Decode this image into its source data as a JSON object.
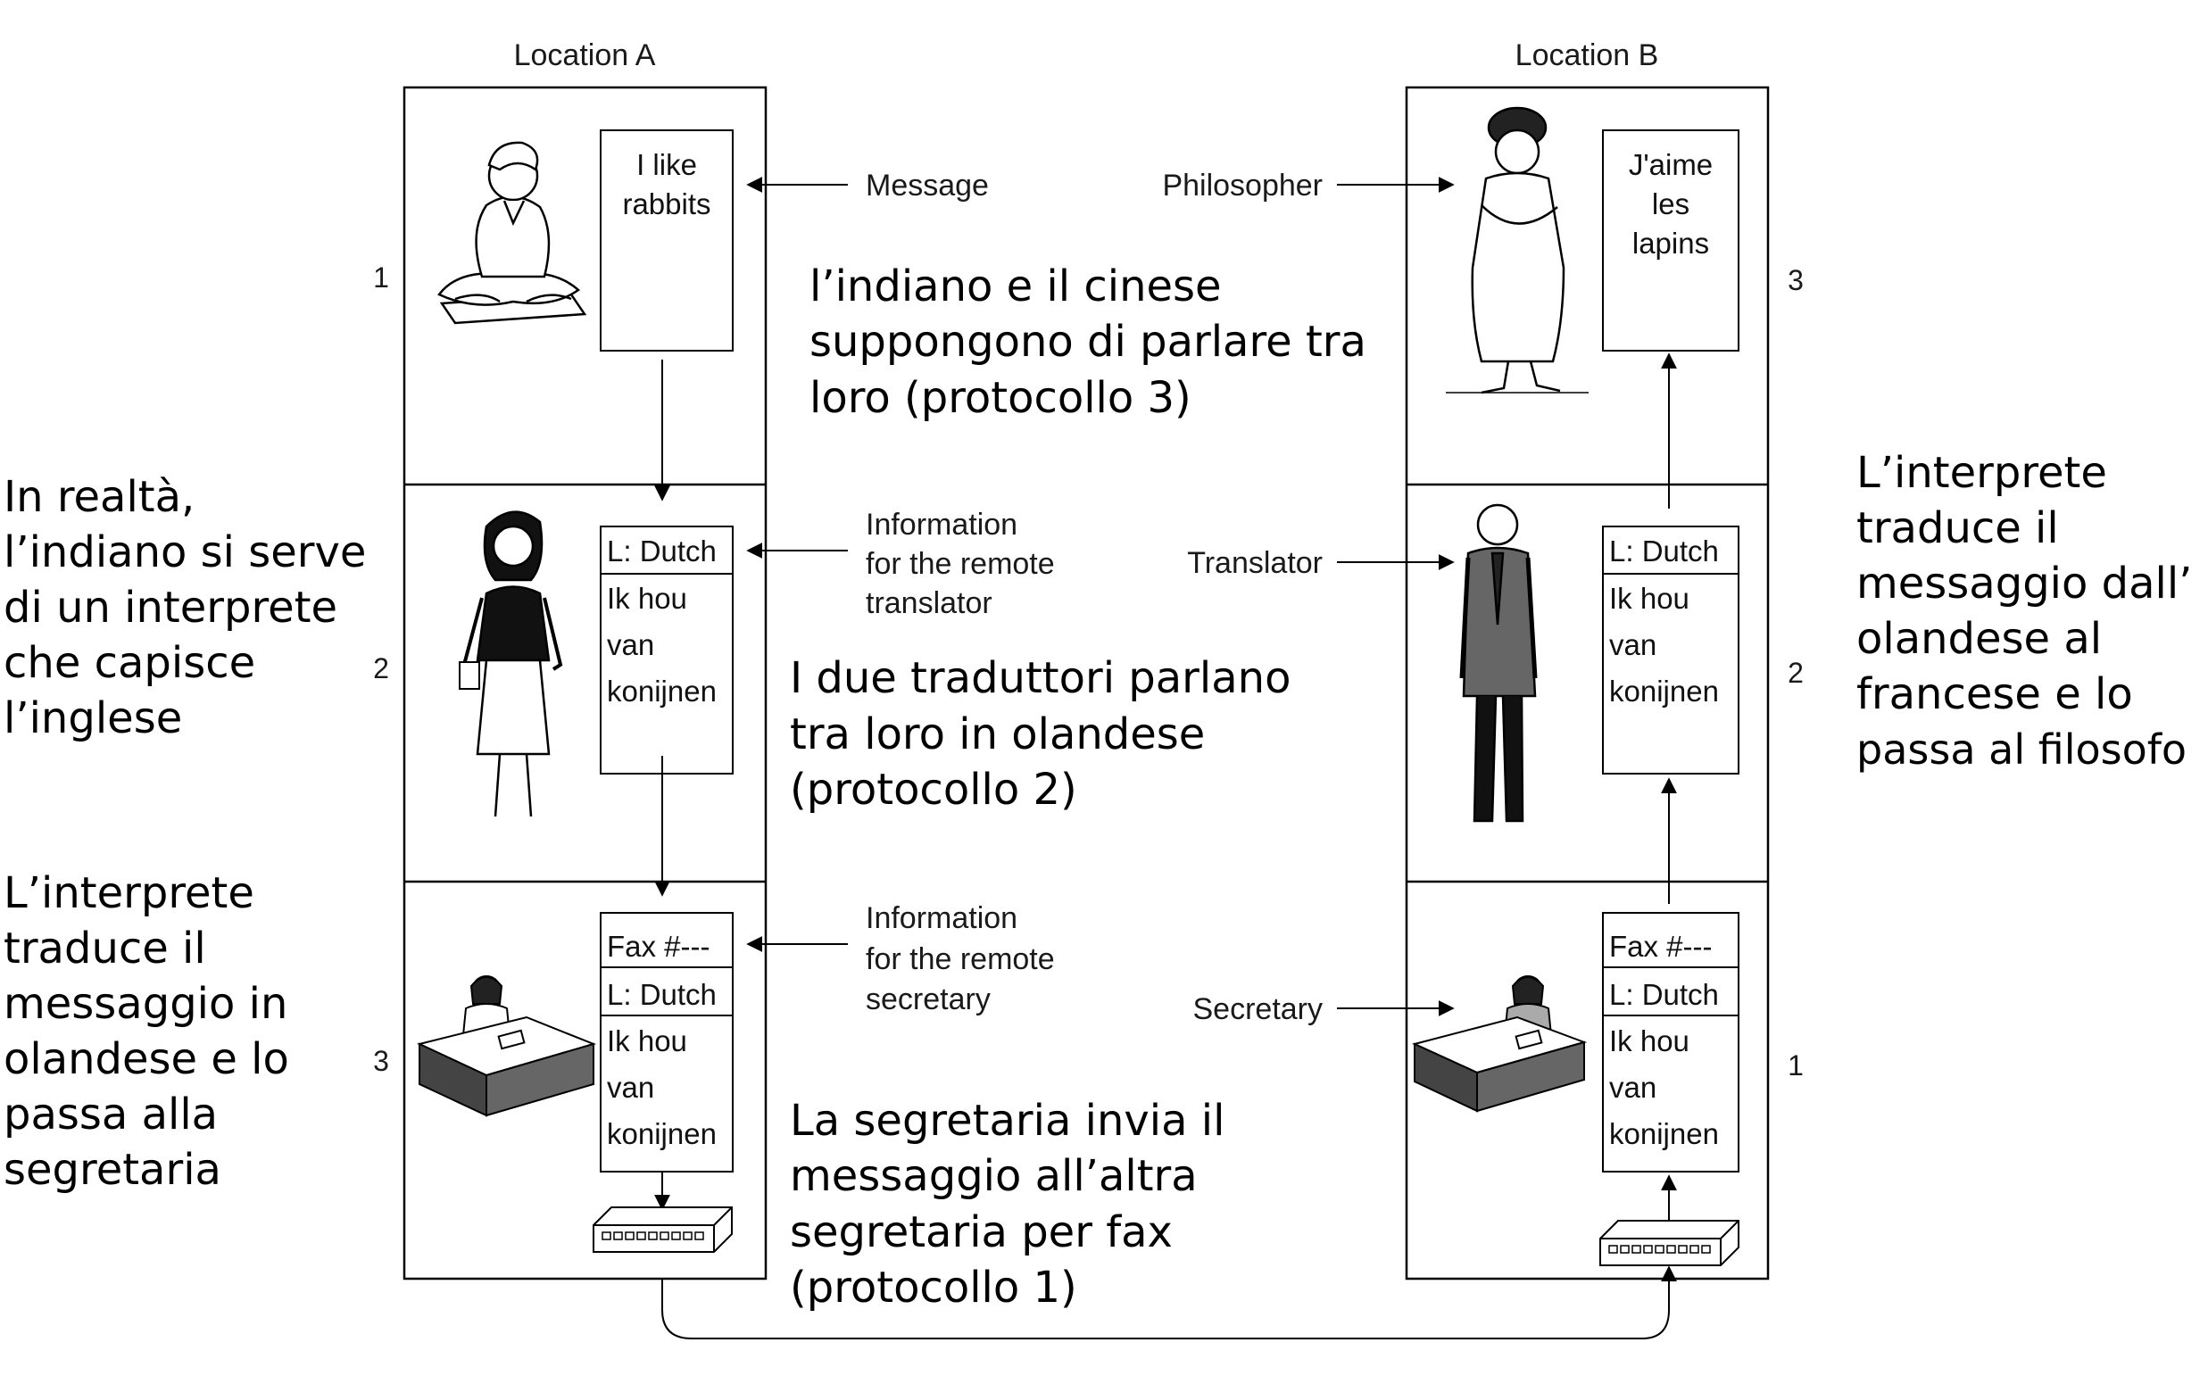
{
  "locations": {
    "a": {
      "title": "Location A",
      "layers": [
        "1",
        "2",
        "3"
      ]
    },
    "b": {
      "title": "Location B",
      "layers": [
        "3",
        "2",
        "1"
      ]
    }
  },
  "messages": {
    "a_philosopher": [
      "I like",
      "rabbits"
    ],
    "b_philosopher": [
      "J'aime",
      "les",
      "lapins"
    ],
    "translator_header": "L: Dutch",
    "translator_body": [
      "Ik hou",
      "van",
      "konijnen"
    ],
    "secretary_header": "Fax #---",
    "secretary_sub": "L: Dutch",
    "secretary_body": [
      "Ik hou",
      "van",
      "konijnen"
    ]
  },
  "labels": {
    "message": "Message",
    "philosopher": "Philosopher",
    "info_translator": [
      "Information",
      "for the remote",
      "translator"
    ],
    "translator": "Translator",
    "info_secretary": [
      "Information",
      "for the remote",
      "secretary"
    ],
    "secretary": "Secretary"
  },
  "captions": {
    "protocol3": [
      "l’indiano e il cinese",
      "suppongono di parlare tra",
      "loro (protocollo 3)"
    ],
    "protocol2": [
      "I due traduttori parlano",
      "tra loro in olandese",
      "(protocollo 2)"
    ],
    "protocol1": [
      "La segretaria invia il",
      "messaggio all’altra",
      "segretaria per fax",
      "(protocollo 1)"
    ],
    "left_top": [
      "In realtà,",
      "l’indiano si serve",
      "di un interprete",
      "che capisce",
      "l’inglese"
    ],
    "left_bottom": [
      "L’interprete",
      "traduce il",
      "messaggio in",
      "olandese e lo",
      "passa alla",
      "segretaria"
    ],
    "right": [
      "L’interprete",
      "traduce il",
      "messaggio dall’",
      "olandese al",
      "francese e lo",
      "passa al filosofo"
    ]
  }
}
